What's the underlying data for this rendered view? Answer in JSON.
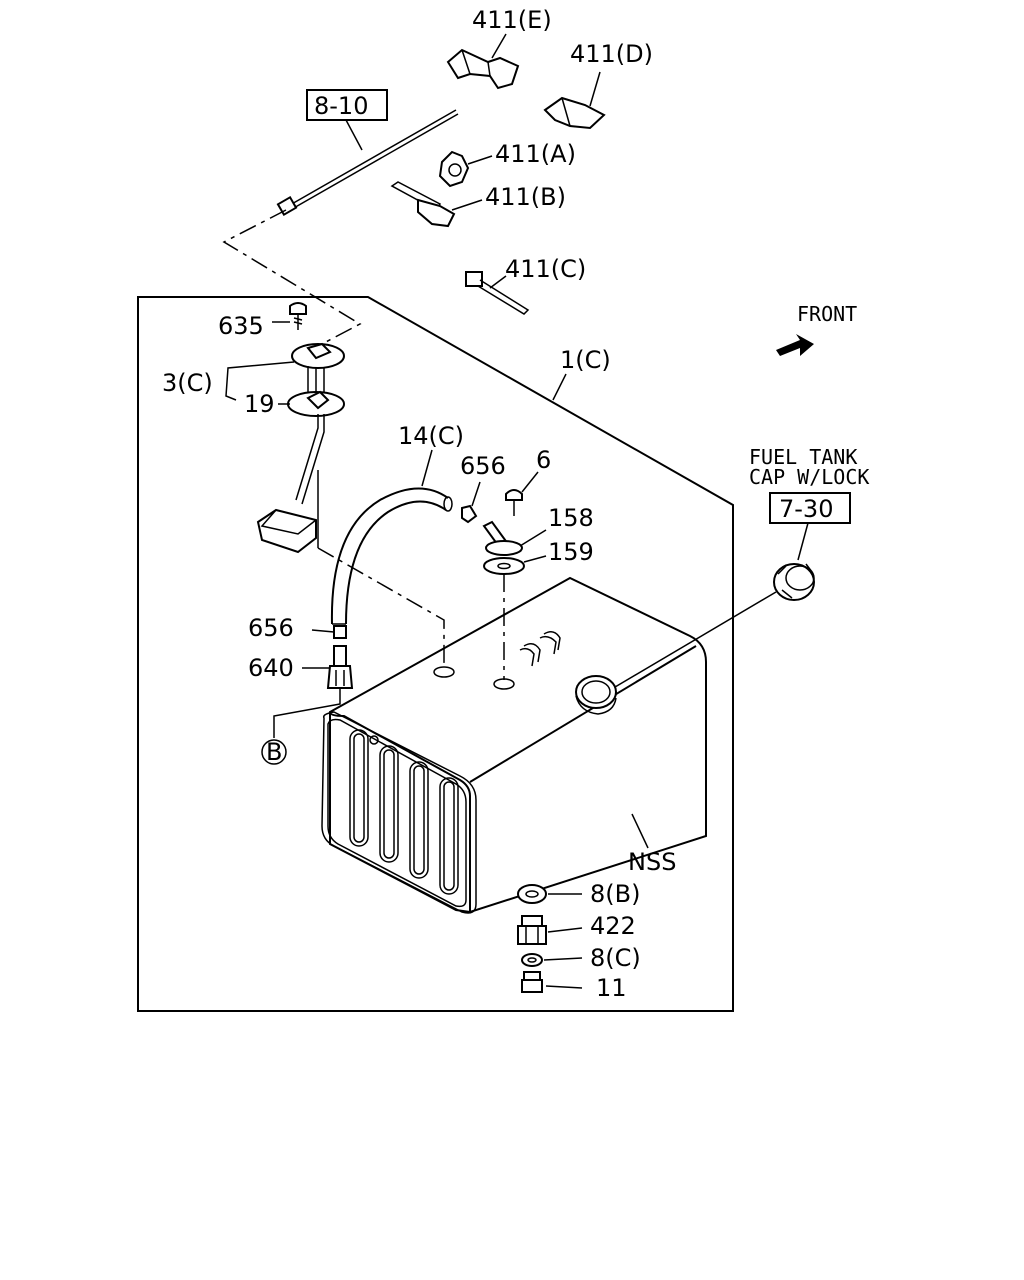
{
  "labels": {
    "p411e": "411(E)",
    "p411d": "411(D)",
    "ref810": "8-10",
    "p411a": "411(A)",
    "p411b": "411(B)",
    "p411c": "411(C)",
    "front": "FRONT",
    "p635": "635",
    "p1c": "1(C)",
    "p3c": "3(C)",
    "p19": "19",
    "p14c": "14(C)",
    "p656a": "656",
    "p6": "6",
    "fuel_cap_line1": "FUEL TANK",
    "fuel_cap_line2": "CAP W/LOCK",
    "ref730": "7-30",
    "p158": "158",
    "p159": "159",
    "p656b": "656",
    "p640": "640",
    "circleB": "B",
    "nss": "NSS",
    "p8b": "8(B)",
    "p422": "422",
    "p8c": "8(C)",
    "p11": "11"
  }
}
